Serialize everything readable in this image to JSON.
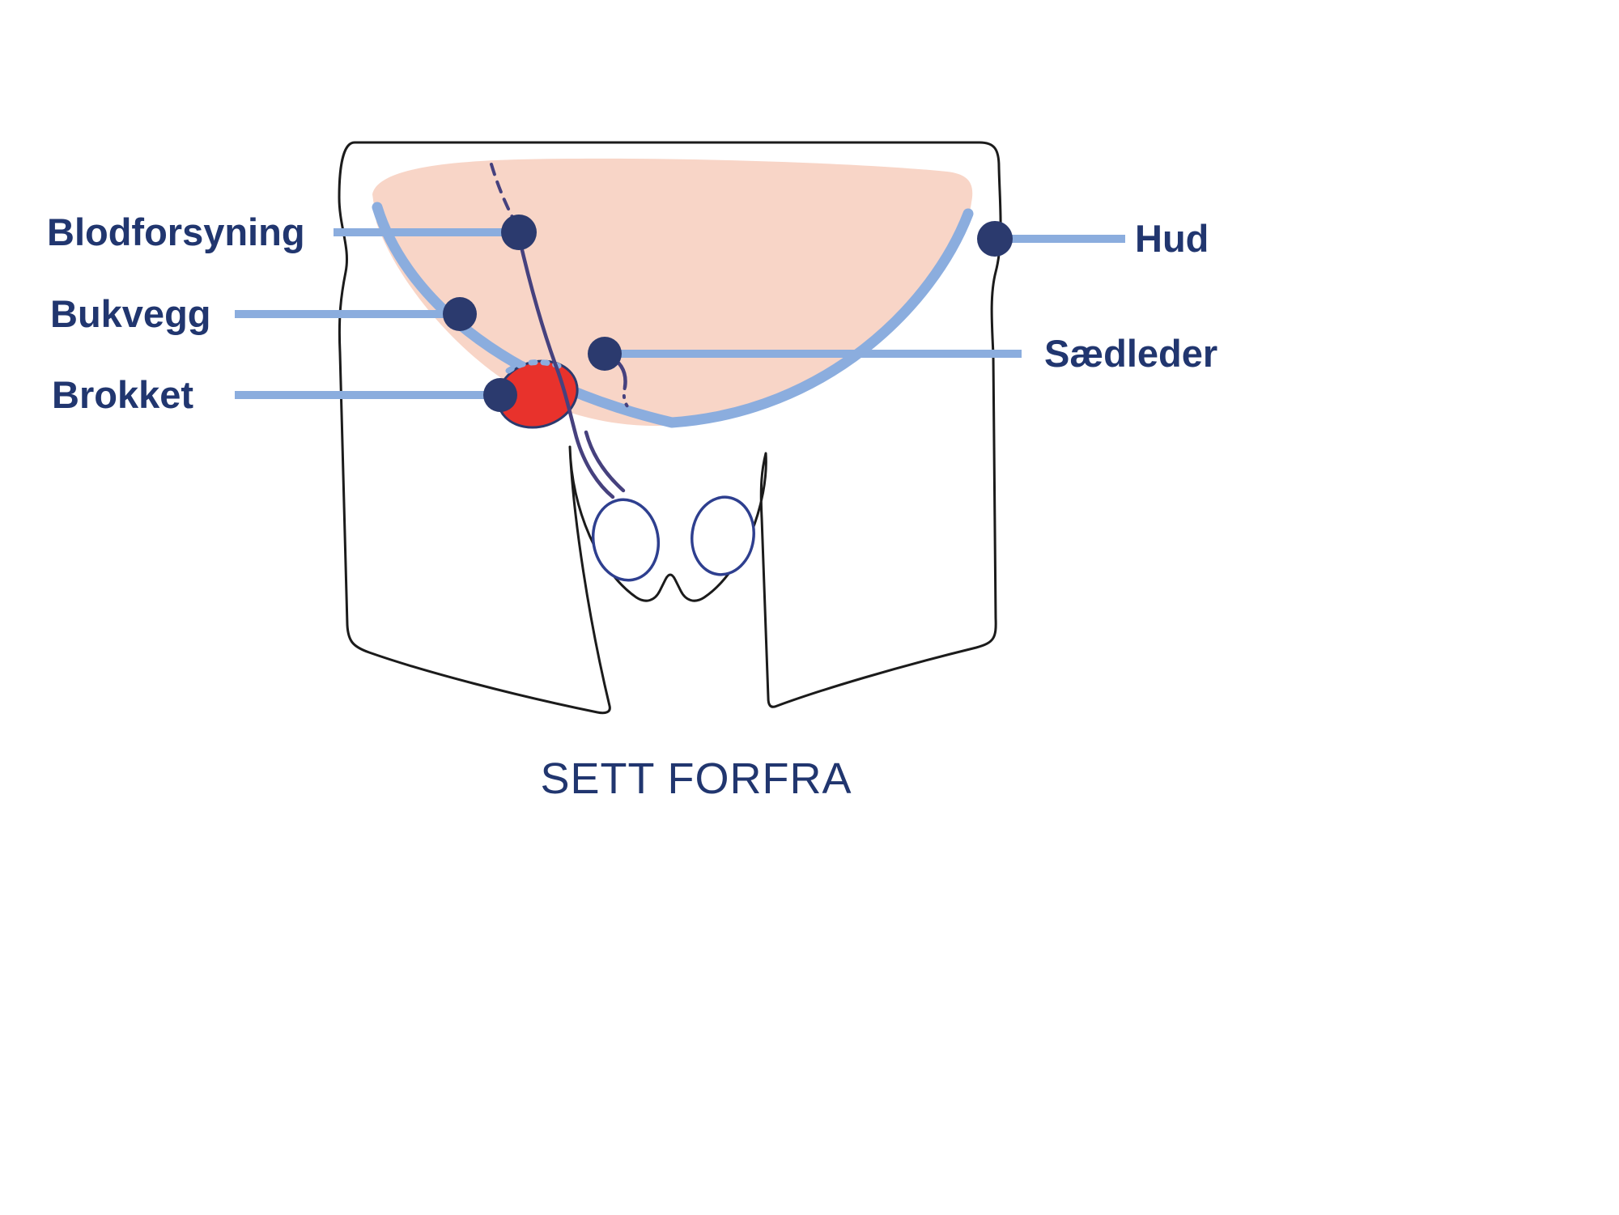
{
  "colors": {
    "navy": "#21366f",
    "leader": "#8badde",
    "pink": "#f8d5c7",
    "red": "#e8322c",
    "vessel": "#46417e",
    "outline": "#1b1b1b",
    "testis": "#2e3f8f",
    "dot": "#2b3a6e"
  },
  "diagram": {
    "caption": "SETT FORFRA",
    "labels": {
      "blodforsyning": "Blodforsyning",
      "bukvegg": "Bukvegg",
      "brokket": "Brokket",
      "hud": "Hud",
      "saedleder": "Sædleder"
    }
  }
}
